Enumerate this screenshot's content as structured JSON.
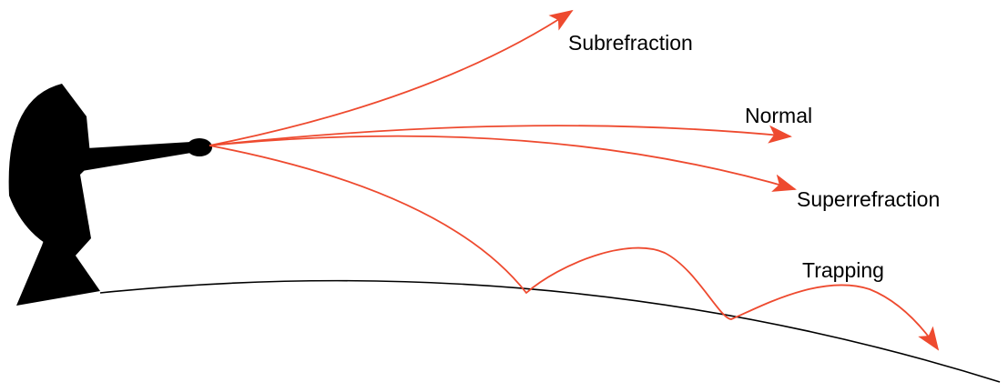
{
  "labels": {
    "subrefraction": "Subrefraction",
    "normal": "Normal",
    "superrefraction": "Superrefraction",
    "trapping": "Trapping"
  },
  "colors": {
    "ray": "#ee4a2f",
    "ink": "#000000",
    "background": "#ffffff"
  },
  "icons": {
    "radar": "radar-antenna-icon"
  }
}
